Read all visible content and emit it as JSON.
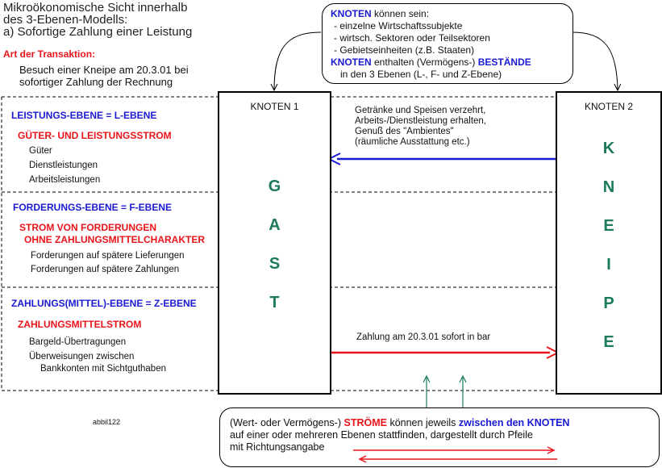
{
  "title": {
    "line1": "Mikroökonomische Sicht innerhalb",
    "line2": "des 3-Ebenen-Modells:",
    "line3": "a) Sofortige Zahlung einer Leistung"
  },
  "transaction": {
    "label": "Art der Transaktion:",
    "line1": "Besuch einer Kneipe am 20.3.01 bei",
    "line2": "sofortiger Zahlung der Rechnung"
  },
  "nodes_box": {
    "l1_keyword": "KNOTEN",
    "l1_rest": " können sein:",
    "items": [
      "- einzelne Wirtschaftssubjekte",
      "- wirtsch. Sektoren oder Teilsektoren",
      "- Gebietseinheiten (z.B. Staaten)"
    ],
    "l5_keyword": "KNOTEN",
    "l5_mid": " enthalten (Vermögens-) ",
    "l5_keyword2": "BESTÄNDE",
    "l6": "in den 3 Ebenen (L-, F- und Z-Ebene)"
  },
  "levels": {
    "l": {
      "heading": "LEISTUNGS-EBENE = L-EBENE",
      "stream": "GÜTER- UND LEISTUNGSSTROM",
      "items": [
        "Güter",
        "Dienstleistungen",
        "Arbeitsleistungen"
      ]
    },
    "f": {
      "heading": "FORDERUNGS-EBENE = F-EBENE",
      "stream1": "STROM VON FORDERUNGEN",
      "stream2": "OHNE ZAHLUNGSMITTELCHARAKTER",
      "items": [
        "Forderungen auf spätere Lieferungen",
        "Forderungen auf spätere Zahlungen"
      ]
    },
    "z": {
      "heading": "ZAHLUNGS(MITTEL)-EBENE = Z-EBENE",
      "stream": "ZAHLUNGSMITTELSTROM",
      "items": [
        "Bargeld-Übertragungen",
        "Überweisungen zwischen",
        "Bankkonten mit Sichtguthaben"
      ]
    }
  },
  "node1": {
    "label": "KNOTEN 1",
    "letters": [
      "G",
      "A",
      "S",
      "T"
    ]
  },
  "node2": {
    "label": "KNOTEN 2",
    "letters": [
      "K",
      "N",
      "E",
      "I",
      "P",
      "E"
    ]
  },
  "flows": {
    "goods": [
      "Getränke und Speisen verzehrt,",
      "Arbeits-/Dienstleistung erhalten,",
      "Genuß des \"Ambientes\"",
      "(räumliche Ausstattung etc.)"
    ],
    "payment": "Zahlung am 20.3.01 sofort in bar"
  },
  "code": "abbil122",
  "streams_box": {
    "p1": "(Wert- oder Vermögens-) ",
    "kw1": "STRÖME",
    "p2": " können jeweils ",
    "kw2": "zwischen den KNOTEN",
    "line2": "auf einer oder mehreren Ebenen stattfinden, dargestellt durch Pfeile",
    "line3": "mit Richtungsangabe"
  },
  "colors": {
    "blue": "#1a1ad2",
    "red": "#e8141a",
    "green": "#1b7a5a"
  }
}
